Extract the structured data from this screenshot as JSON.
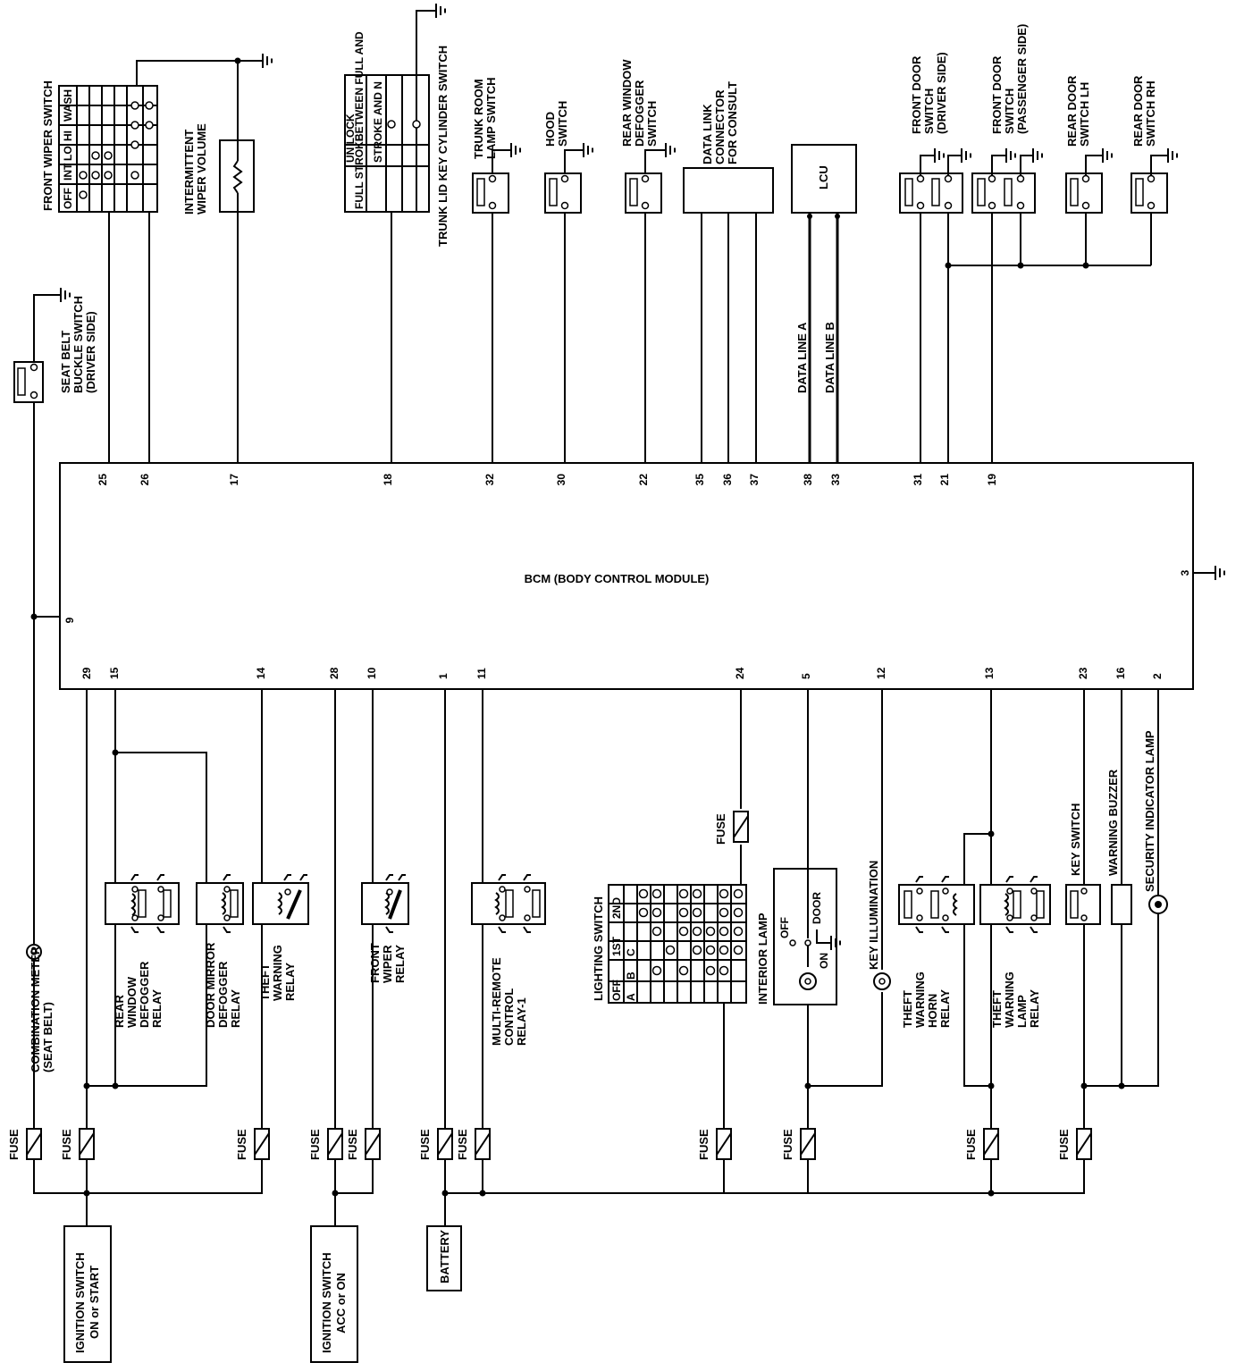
{
  "bcm": {
    "label": "BCM (BODY CONTROL MODULE)",
    "top_pins": [
      "25",
      "26",
      "17",
      "18",
      "32",
      "30",
      "22",
      "35",
      "36",
      "37",
      "38",
      "33",
      "31",
      "21",
      "19"
    ],
    "bottom_pins": [
      "29",
      "15",
      "14",
      "28",
      "10",
      "1",
      "11",
      "24",
      "5",
      "12",
      "13",
      "23",
      "16",
      "2"
    ],
    "left_pin": "9",
    "right_pin": "3"
  },
  "top_components": {
    "seat_belt": [
      "SEAT BELT",
      "BUCKLE SWITCH",
      "(DRIVER SIDE)"
    ],
    "front_wiper_switch": [
      "FRONT WIPER SWITCH"
    ],
    "wiper_switch_table": [
      "OFF",
      "INT",
      "LO",
      "HI",
      "WASH"
    ],
    "intermittent_wiper": [
      "INTERMITTENT",
      "WIPER VOLUME"
    ],
    "trunk_lid_cyl": [
      "TRUNK LID KEY CYLINDER SWITCH"
    ],
    "trunk_lid_table": [
      "FULL STROKE",
      "BETWEEN FULL AND",
      "UN LOCK",
      "STROKE AND N"
    ],
    "trunk_room": [
      "TRUNK ROOM",
      "LAMP SWITCH"
    ],
    "hood": [
      "HOOD",
      "SWITCH"
    ],
    "rear_defogger_sw": [
      "REAR WINDOW",
      "DEFOGGER",
      "SWITCH"
    ],
    "data_link": [
      "DATA LINK",
      "CONNECTOR",
      "FOR CONSULT"
    ],
    "lcu": [
      "LCU"
    ],
    "data_line_a": [
      "DATA LINE A"
    ],
    "data_line_b": [
      "DATA LINE B"
    ],
    "front_door_drv": [
      "FRONT DOOR",
      "SWITCH",
      "(DRIVER SIDE)"
    ],
    "front_door_pass": [
      "FRONT DOOR",
      "SWITCH",
      "(PASSENGER SIDE)"
    ],
    "rear_door_lh": [
      "REAR DOOR",
      "SWITCH LH"
    ],
    "rear_door_rh": [
      "REAR DOOR",
      "SWITCH RH"
    ]
  },
  "bottom_components": {
    "combination_meter": [
      "COMBINATION METER",
      "(SEAT BELT)"
    ],
    "rear_defogger_relay": [
      "REAR",
      "WINDOW",
      "DEFOGGER",
      "RELAY"
    ],
    "door_mirror_relay": [
      "DOOR MIRROR",
      "DEFOGGER",
      "RELAY"
    ],
    "theft_warning_relay": [
      "THEFT",
      "WARNING",
      "RELAY"
    ],
    "front_wiper_relay": [
      "FRONT",
      "WIPER",
      "RELAY"
    ],
    "multi_remote": [
      "MULTI-REMOTE",
      "CONTROL",
      "RELAY-1"
    ],
    "lighting_switch": [
      "LIGHTING SWITCH"
    ],
    "lighting_table": [
      "OFF",
      "1ST",
      "2ND",
      "A",
      "B",
      "C"
    ],
    "interior_lamp": [
      "INTERIOR LAMP"
    ],
    "interior_lamp_pos": [
      "OFF",
      "ON",
      "DOOR"
    ],
    "key_illumination": [
      "KEY ILLUMINATION"
    ],
    "horn_relay": [
      "THEFT",
      "WARNING",
      "HORN",
      "RELAY"
    ],
    "lamp_relay": [
      "THEFT",
      "WARNING",
      "LAMP",
      "RELAY"
    ],
    "key_switch": [
      "KEY SWITCH"
    ],
    "warning_buzzer": [
      "WARNING BUZZER"
    ],
    "security_lamp": [
      "SECURITY INDICATOR LAMP"
    ]
  },
  "fuse_label": "FUSE",
  "power": {
    "ign_on_start": [
      "IGNITION SWITCH",
      "ON or START"
    ],
    "ign_acc_on": [
      "IGNITION SWITCH",
      "ACC or ON"
    ],
    "battery": [
      "BATTERY"
    ]
  }
}
